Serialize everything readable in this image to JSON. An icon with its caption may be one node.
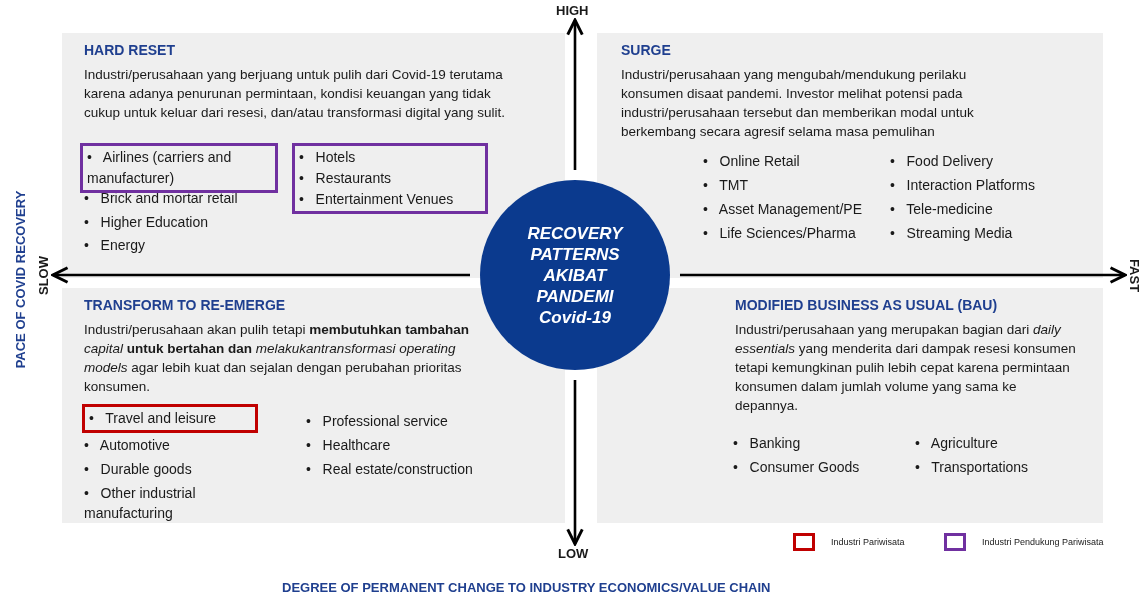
{
  "diagram": {
    "nodes": [
      {
        "text": [
          "HARD RESET",
          "Industri/perusahaan yang berjuang untuk pulih dari Covid-19 terutama karena adanya penurunan permintaan, kondisi keuangan yang tidak cukup untuk keluar dari resesi, dan/atau transformasi digital yang sulit.",
          "•   Brick and mortar retail",
          "•   Higher Education",
          "•   Energy"
        ]
      },
      {
        "text": [
          "•   Airlines (carriers and manufacturer)"
        ],
        "in": 0
      },
      {
        "text": [
          "•   Hotels",
          "•   Restaurants",
          "•   Entertainment Venues"
        ],
        "in": 0
      },
      {
        "text": [
          "SURGE",
          "Industri/perusahaan yang mengubah/mendukung perilaku konsumen disaat pandemi. Investor melihat potensi pada industri/perusahaan tersebut dan memberikan modal untuk berkembang secara agresif selama masa pemulihan",
          "•   Online Retail",
          "•   TMT",
          "•   Asset Management/PE",
          "•   Life Sciences/Pharma",
          "•   Food Delivery",
          "•   Interaction Platforms",
          "•   Tele-medicine",
          "•   Streaming Media"
        ]
      },
      {
        "text": [
          "TRANSFORM TO RE-EMERGE",
          "Industri/perusahaan akan pulih tetapi **membutuhkan tambahan** *capital* **untuk bertahan dan** *melakukantransformasi operating models* agar lebih kuat dan sejalan dengan perubahan prioritas konsumen.",
          "•   Automotive",
          "•   Durable goods",
          "•   Other industrial manufacturing",
          "•   Professional service",
          "•   Healthcare",
          "•   Real estate/construction"
        ]
      },
      {
        "text": [
          "•   Travel and leisure"
        ],
        "in": 4
      },
      {
        "text": [
          "MODIFIED BUSINESS AS USUAL (BAU)",
          "Industri/perusahaan yang merupakan bagian dari *daily essentials* yang menderita dari dampak resesi konsumen tetapi kemungkinan pulih lebih cepat karena permintaan konsumen dalam jumlah volume yang sama ke depannya.",
          "•   Banking",
          "•   Consumer Goods",
          "•   Agriculture",
          "•   Transportations"
        ]
      },
      {
        "text": [
          "RECOVERY PATTERNS AKIBAT PANDEMI Covid-19"
        ]
      },
      {
        "text": [
          "HIGH"
        ]
      },
      {
        "text": [
          "LOW"
        ]
      },
      {
        "text": [
          "SLOW"
        ]
      },
      {
        "text": [
          "FAST"
        ]
      }
    ],
    "edges": [
      {
        "from": 7,
        "to": 8,
        "arrow": "to"
      },
      {
        "from": 7,
        "to": 9,
        "arrow": "to"
      },
      {
        "from": 7,
        "to": 10,
        "arrow": "to"
      },
      {
        "from": 7,
        "to": 11,
        "arrow": "to"
      }
    ],
    "labels": [
      "PACE OF COVID RECOVERY",
      "DEGREE OF PERMANENT CHANGE TO INDUSTRY ECONOMICS/VALUE CHAIN"
    ],
    "legend": [
      {
        "text": "Industri Pariwisata",
        "color": "#c00000"
      },
      {
        "text": "Industri Pendukung Pariwisata",
        "color": "#7030a0"
      }
    ]
  }
}
